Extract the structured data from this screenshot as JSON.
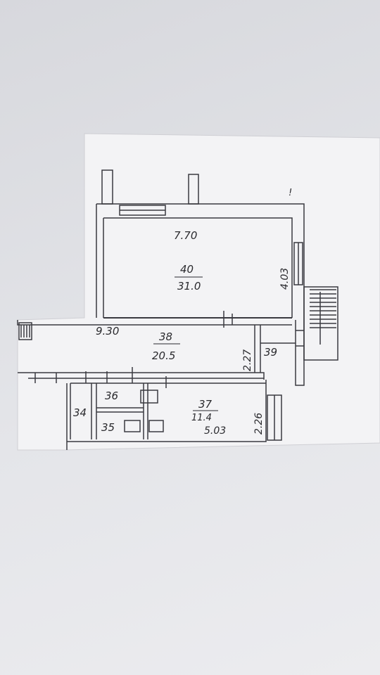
{
  "plan": {
    "labels": {
      "width_top": "7.70",
      "room40_num": "40",
      "room40_area": "31.0",
      "height_403": "4.03",
      "width_930": "9.30",
      "room38_num": "38",
      "room38_area": "20.5",
      "height_227": "2.27",
      "room39_num": "39",
      "room36_num": "36",
      "room37_num": "37",
      "room37_area": "11.4",
      "height_226": "2.26",
      "room34_num": "34",
      "room35_num": "35",
      "width_503": "5.03",
      "corner_mark": "!"
    }
  }
}
